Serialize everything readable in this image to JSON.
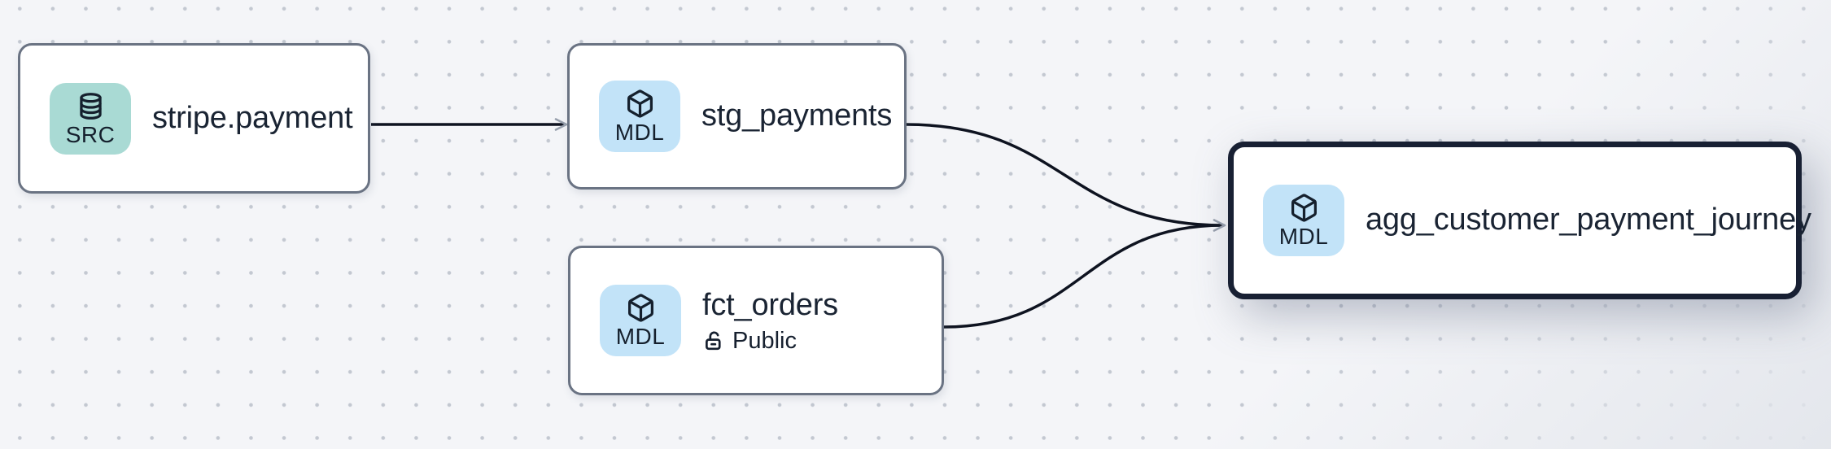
{
  "canvas": {
    "background": "#f4f5f8",
    "dot_color": "#c3c8d1",
    "edge_color": "#0e1320",
    "arrowhead_color": "#98a0ad",
    "node_border_color": "#6a7383",
    "selected_node_border_color": "#182033",
    "node_text_color": "#1a2433"
  },
  "badge_colors": {
    "source": "#a9dad4",
    "model": "#c2e3f8"
  },
  "nodes": [
    {
      "label": "stripe.payment",
      "type": "source",
      "badge_label": "SRC",
      "icon": "database-icon",
      "selected": false
    },
    {
      "label": "stg_payments",
      "type": "model",
      "badge_label": "MDL",
      "icon": "cube-icon",
      "selected": false
    },
    {
      "label": "fct_orders",
      "type": "model",
      "badge_label": "MDL",
      "icon": "cube-icon",
      "access_label": "Public",
      "access_icon": "lock-open-icon",
      "selected": false
    },
    {
      "label": "agg_customer_payment_journey",
      "type": "model",
      "badge_label": "MDL",
      "icon": "cube-icon",
      "selected": true
    }
  ],
  "edges": [
    {
      "from": "stripe.payment",
      "to": "stg_payments"
    },
    {
      "from": "stg_payments",
      "to": "agg_customer_payment_journey"
    },
    {
      "from": "fct_orders",
      "to": "agg_customer_payment_journey"
    }
  ]
}
